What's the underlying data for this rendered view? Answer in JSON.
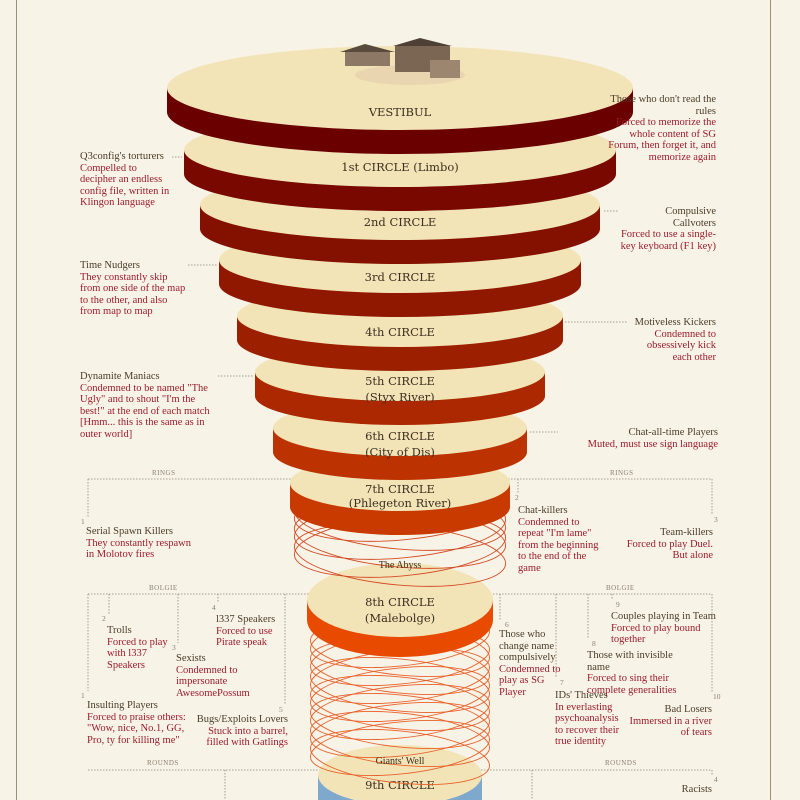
{
  "circles": {
    "vestibul": "VESTIBUL",
    "c1": "1st CIRCLE (Limbo)",
    "c2": "2nd CIRCLE",
    "c3": "3rd CIRCLE",
    "c4": "4th CIRCLE",
    "c5a": "5th CIRCLE",
    "c5b": "(Styx River)",
    "c6a": "6th CIRCLE",
    "c6b": "(City of Dis)",
    "c7a": "7th CIRCLE",
    "c7b": "(Phlegeton River)",
    "abyss": "The Abyss",
    "c8a": "8th CIRCLE",
    "c8b": "(Malebolge)",
    "well": "Giants' Well",
    "c9": "9th CIRCLE"
  },
  "sections": {
    "rings": "RINGS",
    "bolgie": "BOLGIE",
    "rounds": "ROUNDS"
  },
  "colors": {
    "cream": "#f3e4b8",
    "title": "#4a3d2a",
    "desc": "#9a1c2c",
    "ice": "#7ea8cc"
  },
  "annotations": [
    {
      "title": "Those who don't read the rules",
      "desc": "Forced to memorize the whole content of SG Forum, then forget it, and memorize again"
    },
    {
      "title": "Q3config's torturers",
      "desc": "Compelled to decipher an endless config file, written in Klingon language"
    },
    {
      "title": "Compulsive Callvoters",
      "desc": "Forced to use a single-key keyboard (F1 key)"
    },
    {
      "title": "Time Nudgers",
      "desc": "They constantly skip from one side of the map to the other, and also from map to map"
    },
    {
      "title": "Motiveless Kickers",
      "desc": "Condemned to obsessively kick each other"
    },
    {
      "title": "Dynamite Maniacs",
      "desc": "Condemned to be named \"The Ugly\" and to shout \"I'm the best!\" at the end of each match [Hmm... this is the same as in outer world]"
    },
    {
      "title": "Chat-all-time Players",
      "desc": "Muted, must use sign language"
    }
  ],
  "rings": [
    {
      "n": "1",
      "title": "Serial Spawn Killers",
      "desc": "They constantly respawn in Molotov fires"
    },
    {
      "n": "2",
      "title": "Chat-killers",
      "desc": "Condemned to repeat \"I'm lame\" from the beginning to the end of the game"
    },
    {
      "n": "3",
      "title": "Team-killers",
      "desc": "Forced to play Duel. But alone"
    }
  ],
  "bolgie": [
    {
      "n": "1",
      "title": "Insulting Players",
      "desc": "Forced to praise others: \"Wow, nice, No.1, GG, Pro, ty for killing me\""
    },
    {
      "n": "2",
      "title": "Trolls",
      "desc": "Forced to play with l337 Speakers"
    },
    {
      "n": "3",
      "title": "Sexists",
      "desc": "Condemned to impersonate AwesomePossum"
    },
    {
      "n": "4",
      "title": "l337 Speakers",
      "desc": "Forced to use Pirate speak"
    },
    {
      "n": "5",
      "title": "Bugs/Exploits Lovers",
      "desc": "Stuck into a barrel, filled with Gatlings"
    },
    {
      "n": "6",
      "title": "Those who change name compulsively",
      "desc": "Condemned to play as SG Player"
    },
    {
      "n": "7",
      "title": "IDs' Thieves",
      "desc": "In everlasting psychoanalysis to recover their true identity"
    },
    {
      "n": "8",
      "title": "Those with invisible name",
      "desc": "Forced to sing their complete generalities"
    },
    {
      "n": "9",
      "title": "Couples playing in Team",
      "desc": "Forced to play bound together"
    },
    {
      "n": "10",
      "title": "Bad Losers",
      "desc": "Immersed in a river of tears"
    }
  ],
  "rounds": [
    {
      "n": "4",
      "title": "Racists"
    }
  ]
}
